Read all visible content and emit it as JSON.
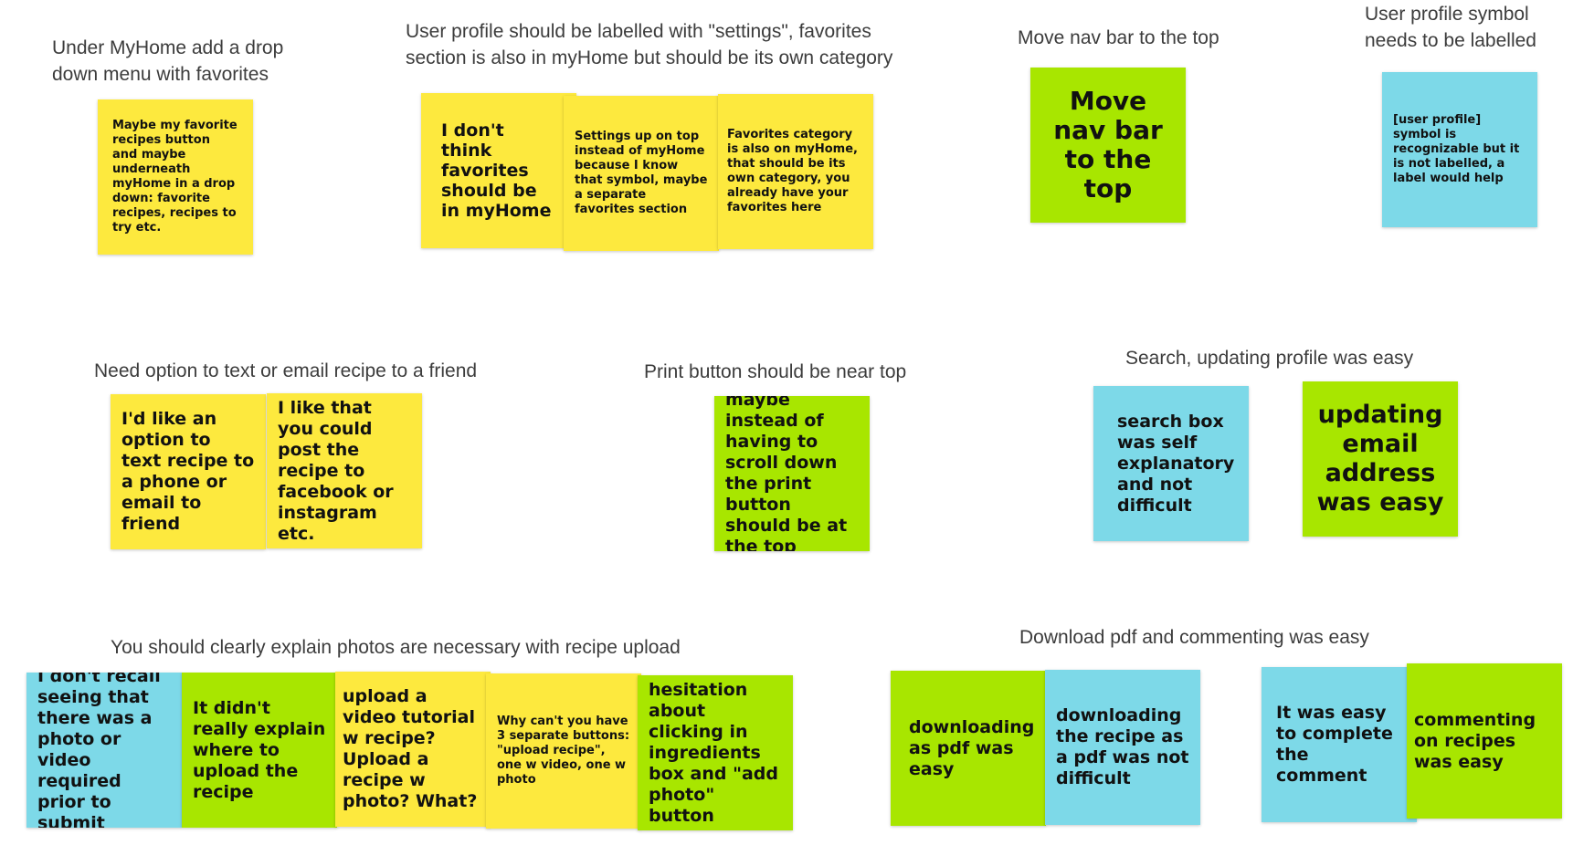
{
  "colors": {
    "yellow": "#fde93e",
    "green": "#a8e600",
    "blue": "#7dd9e8",
    "heading": "#3c3c3c"
  },
  "clusters": [
    {
      "heading": "Under MyHome add a drop\ndown menu with favorites",
      "notes": [
        {
          "color": "yellow",
          "text": "Maybe my favorite recipes button and maybe underneath myHome in a drop down: favorite recipes, recipes to try etc."
        }
      ]
    },
    {
      "heading": "User profile should be labelled with \"settings\", favorites\nsection is also in myHome but should be its own category",
      "notes": [
        {
          "color": "yellow",
          "text": "I don't think favorites should be in myHome"
        },
        {
          "color": "yellow",
          "text": "Settings up on top instead of myHome because I know that symbol, maybe a separate favorites section"
        },
        {
          "color": "yellow",
          "text": "Favorites category is also on myHome, that should be its own category, you already have your favorites here"
        }
      ]
    },
    {
      "heading": "Move nav bar to the top",
      "notes": [
        {
          "color": "green",
          "text": "Move nav bar to the top"
        }
      ]
    },
    {
      "heading": "User profile symbol\nneeds to be labelled",
      "notes": [
        {
          "color": "blue",
          "text": "[user profile] symbol is recognizable but it is not labelled, a label would help"
        }
      ]
    },
    {
      "heading": "Need option to text or email recipe to a friend",
      "notes": [
        {
          "color": "yellow",
          "text": "I'd like an option to text recipe to a phone or email to friend"
        },
        {
          "color": "yellow",
          "text": "I like that you could post the recipe to facebook or instagram etc."
        }
      ]
    },
    {
      "heading": "Print button should be near top",
      "notes": [
        {
          "color": "green",
          "text": "maybe instead of having to scroll down the print button should be at the top"
        }
      ]
    },
    {
      "heading": "Search, updating profile was easy",
      "notes": [
        {
          "color": "blue",
          "text": "search box was self explanatory and not difficult"
        },
        {
          "color": "green",
          "text": "updating email address was easy"
        }
      ]
    },
    {
      "heading": "You should clearly explain photos are necessary with recipe upload",
      "notes": [
        {
          "color": "blue",
          "text": "I don't recall seeing that there was a photo or video required prior to submit"
        },
        {
          "color": "green",
          "text": "It didn't really explain where to upload the recipe"
        },
        {
          "color": "yellow",
          "text": "upload a video tutorial w recipe? Upload a recipe w photo?  What?"
        },
        {
          "color": "yellow",
          "text": "Why can't you have 3 separate buttons: \"upload recipe\", one w video, one w photo"
        },
        {
          "color": "green",
          "text": "hesitation about clicking in ingredients box and \"add photo\" button"
        }
      ]
    },
    {
      "heading": "Download pdf and commenting was easy",
      "notes": [
        {
          "color": "green",
          "text": "downloading as pdf was easy"
        },
        {
          "color": "blue",
          "text": "downloading the recipe as a pdf was not difficult"
        },
        {
          "color": "blue",
          "text": "It was easy to complete the comment"
        },
        {
          "color": "green",
          "text": "commenting on recipes was easy"
        }
      ]
    }
  ]
}
